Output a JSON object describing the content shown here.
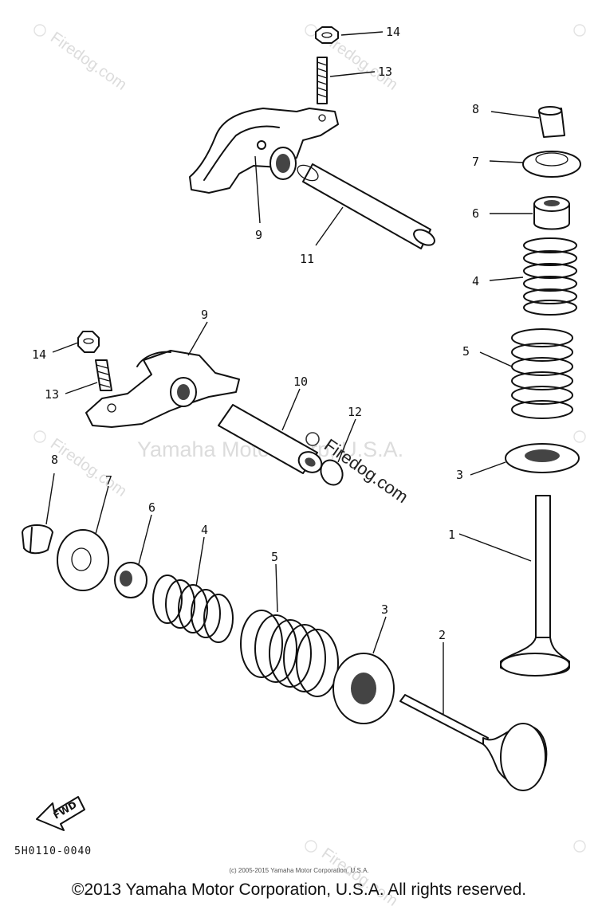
{
  "watermarks": {
    "firedog": "Firedog.com",
    "firedog_center": "Firedog.com",
    "yamaha_center": "Yamaha Motor Corp, U.S.A."
  },
  "fwd_label": "FWD",
  "diagram_code": "5H0110-0040",
  "small_copyright": "(c) 2005-2015 Yamaha Motor Corporation, U.S.A.",
  "copyright": "©2013 Yamaha Motor Corporation, U.S.A. All rights reserved.",
  "part_numbers": {
    "n1": "1",
    "n2": "2",
    "n3_right": "3",
    "n3_left": "3",
    "n4_right": "4",
    "n4_left": "4",
    "n5_right": "5",
    "n5_left": "5",
    "n6_right": "6",
    "n6_left": "6",
    "n7_right": "7",
    "n7_left": "7",
    "n8_right": "8",
    "n8_left": "8",
    "n9_top": "9",
    "n9_mid": "9",
    "n10": "10",
    "n11": "11",
    "n12": "12",
    "n13_top": "13",
    "n13_mid": "13",
    "n14_top": "14",
    "n14_mid": "14"
  }
}
